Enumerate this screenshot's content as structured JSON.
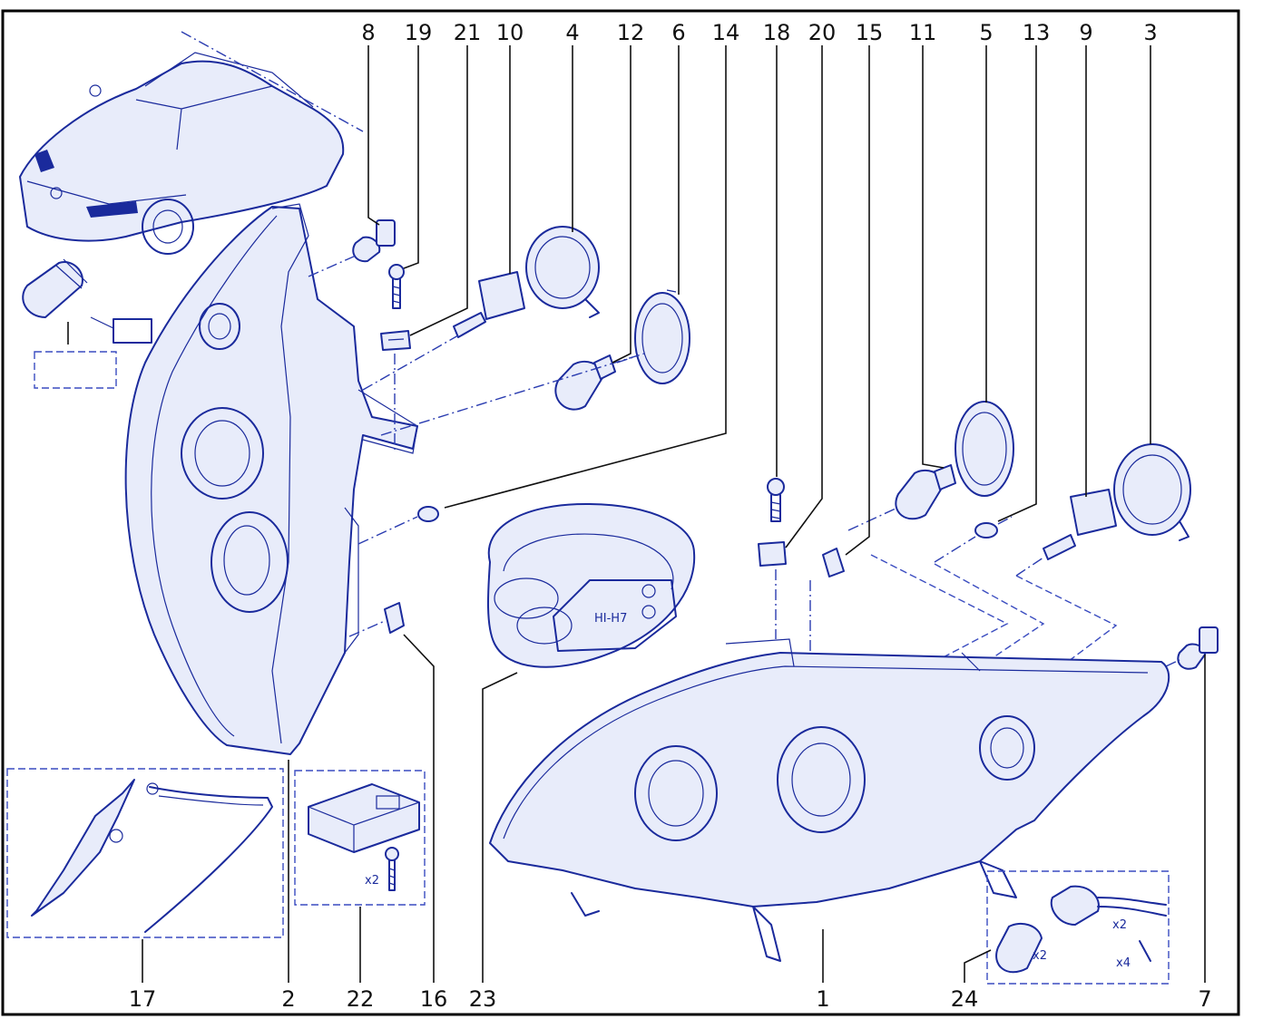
{
  "diagram": {
    "callouts": {
      "c8": "8",
      "c19": "19",
      "c21": "21",
      "c10": "10",
      "c4": "4",
      "c12": "12",
      "c6": "6",
      "c14": "14",
      "c18": "18",
      "c20": "20",
      "c15": "15",
      "c11": "11",
      "c5": "5",
      "c13": "13",
      "c9": "9",
      "c3": "3",
      "c17": "17",
      "c2": "2",
      "c22": "22",
      "c16": "16",
      "c23": "23",
      "c1": "1",
      "c24": "24",
      "c7": "7"
    },
    "qty": {
      "ballast_screw": "x2",
      "kit_socket": "x2",
      "kit_bulb": "x2",
      "kit_pin": "x4"
    },
    "bulb_box_label": "HI-H7",
    "colors": {
      "ink": "#1a2a9c",
      "tint": "#e8ecfa",
      "frame": "#000000"
    }
  }
}
